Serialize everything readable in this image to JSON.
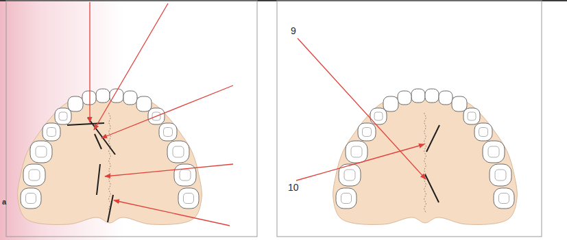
{
  "diagram": {
    "labels": [
      "9",
      "10",
      "a"
    ]
  }
}
